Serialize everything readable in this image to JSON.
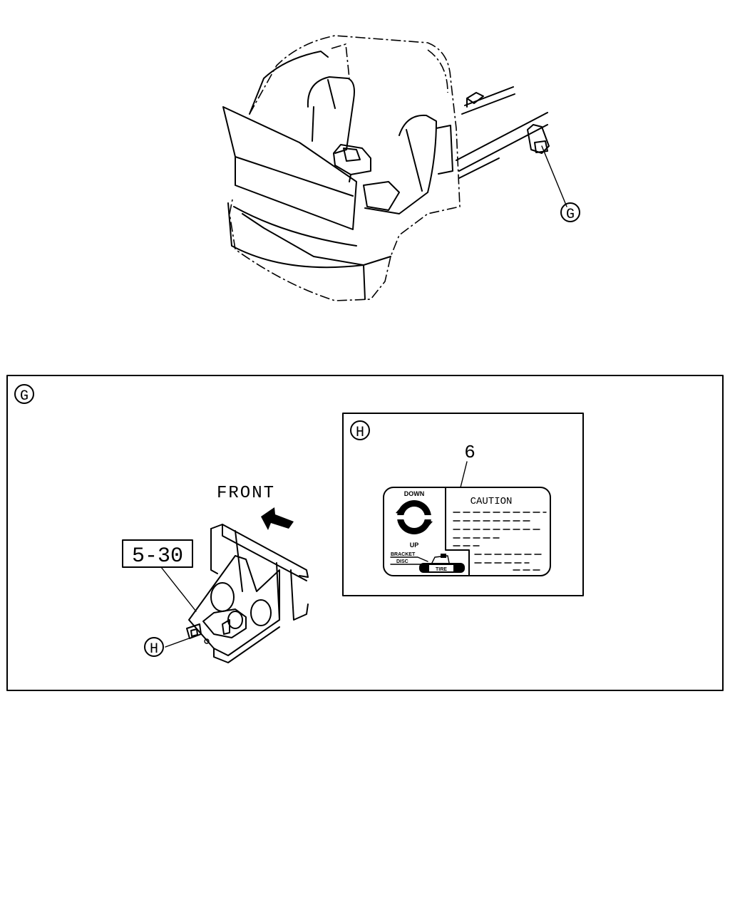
{
  "callouts": {
    "main_callout": "G",
    "detail_g_callout": "G",
    "detail_h_callout": "H",
    "label_h_callout": "H"
  },
  "detail_g": {
    "front_label": "FRONT",
    "ref_label": "5-30"
  },
  "detail_h": {
    "part_number": "6",
    "caution": "CAUTION",
    "down": "DOWN",
    "up": "UP",
    "bracket": "BRACKET",
    "disc": "DISC",
    "tire": "TIRE"
  }
}
